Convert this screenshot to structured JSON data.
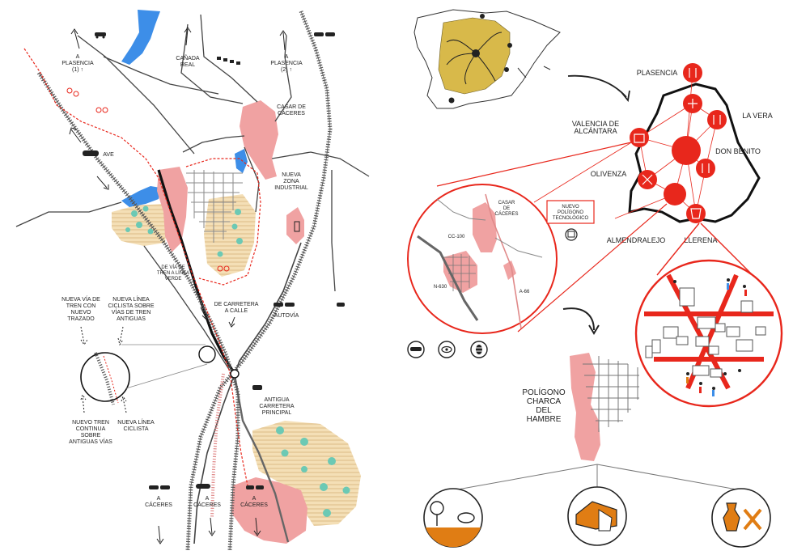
{
  "colors": {
    "red": "#e8271c",
    "pink": "#f0a2a2",
    "water": "#3d8ee8",
    "sand": "#f4dfb6",
    "sand_stripe": "#d8b27a",
    "tree": "#6cc9b4",
    "spain": "#d8b94a",
    "orange": "#e07d14",
    "rail": "#555555",
    "road": "#444444"
  },
  "left_map": {
    "plasencia_1": [
      "A",
      "PLASENCIA",
      "(1) ↑"
    ],
    "canada_real": [
      "CAÑADA",
      "REAL"
    ],
    "plasencia_2": [
      "A",
      "PLASENCIA",
      "(2) ↑"
    ],
    "casar_caceres": [
      "CASAR DE",
      "CÁCERES"
    ],
    "ave": "AVE",
    "nueva_zona": [
      "NUEVA",
      "ZONA",
      "INDUSTRIAL"
    ],
    "via_tren_verde": [
      "DE VÍA DE",
      "TREN A LÍNEA",
      "VERDE"
    ],
    "carretera_calle": [
      "DE CARRETERA",
      "A CALLE"
    ],
    "autovia": "AUTOVÍA",
    "nueva_via": [
      "NUEVA VÍA DE",
      "TREN CON",
      "NUEVO",
      "TRAZADO"
    ],
    "nueva_linea_ciclista": [
      "NUEVA LÍNEA",
      "CICLISTA SOBRE",
      "VÍAS DE TREN",
      "ANTIGUAS"
    ],
    "nuevo_tren": [
      "NUEVO TREN",
      "CONTINUA",
      "SOBRE",
      "ANTIGUAS VÍAS"
    ],
    "nueva_linea_short": [
      "NUEVA LÍNEA",
      "CICLISTA"
    ],
    "antigua_carretera": [
      "ANTIGUA",
      "CARRETERA",
      "PRINCIPAL"
    ],
    "caceres_1": [
      "A",
      "CÁCERES"
    ],
    "caceres_2": [
      "A",
      "CÁCERES"
    ],
    "caceres_3": [
      "A",
      "CÁCERES"
    ]
  },
  "right_map": {
    "cities": {
      "plasencia": "PLASENCIA",
      "valencia": [
        "VALENCIA DE",
        "ALCÁNTARA"
      ],
      "la_vera": "LA VERA",
      "don_benito": "DON BENITO",
      "olivenza": "OLIVENZA",
      "almendralejo": "ALMENDRALEJO",
      "llerena": "LLERENA"
    },
    "zoom": {
      "casar": [
        "CASAR",
        "DE",
        "CÁCERES"
      ],
      "poligono_tec": [
        "NUEVO",
        "POLÍGONO",
        "TECNOLÓGICO"
      ],
      "cc100": "CC-100",
      "n630": "N-630",
      "a66": "A-66"
    },
    "poligono": [
      "POLÍGONO",
      "CHARCA",
      "DEL",
      "HAMBRE"
    ]
  }
}
